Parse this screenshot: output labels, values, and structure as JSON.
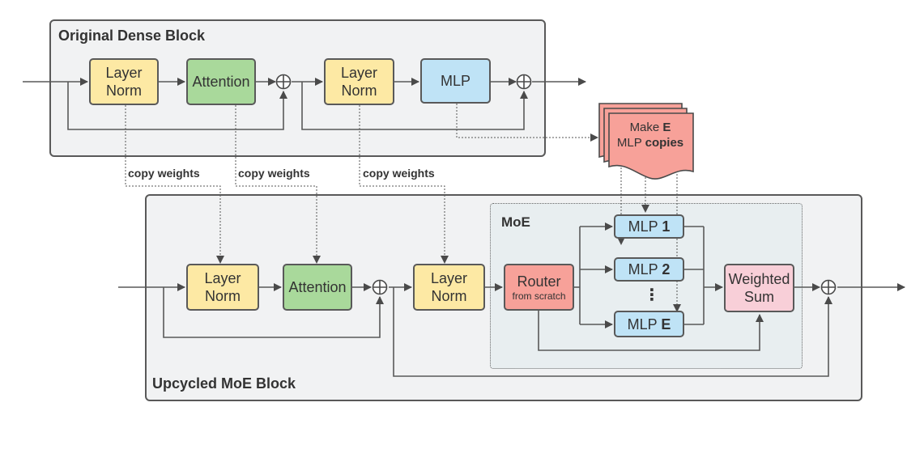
{
  "dense_block": {
    "title": "Original Dense Block"
  },
  "moe_block": {
    "title": "Upcycled MoE Block"
  },
  "moe_region": {
    "title": "MoE"
  },
  "nodes": {
    "layer_norm": [
      "Layer",
      "Norm"
    ],
    "attention": "Attention",
    "mlp": "MLP",
    "router": {
      "label": "Router",
      "sub": "from scratch"
    },
    "weighted_sum": [
      "Weighted",
      "Sum"
    ]
  },
  "experts": [
    {
      "prefix": "MLP ",
      "index": "1"
    },
    {
      "prefix": "MLP ",
      "index": "2"
    },
    {
      "prefix": "MLP ",
      "index": "E"
    }
  ],
  "ellipsis": "⋮",
  "copy_label": "copy weights",
  "make_copies": {
    "line1_prefix": "Make ",
    "line1_bold": "E",
    "line2_prefix": "MLP ",
    "line2_bold": "copies"
  },
  "colors": {
    "layer_norm": "#fde9a4",
    "attention": "#a9d99b",
    "mlp": "#bfe3f6",
    "router": "#f7a199",
    "weighted_sum": "#f8cfd8",
    "block_bg": "#f1f2f3",
    "moe_bg": "#e8eef0"
  }
}
